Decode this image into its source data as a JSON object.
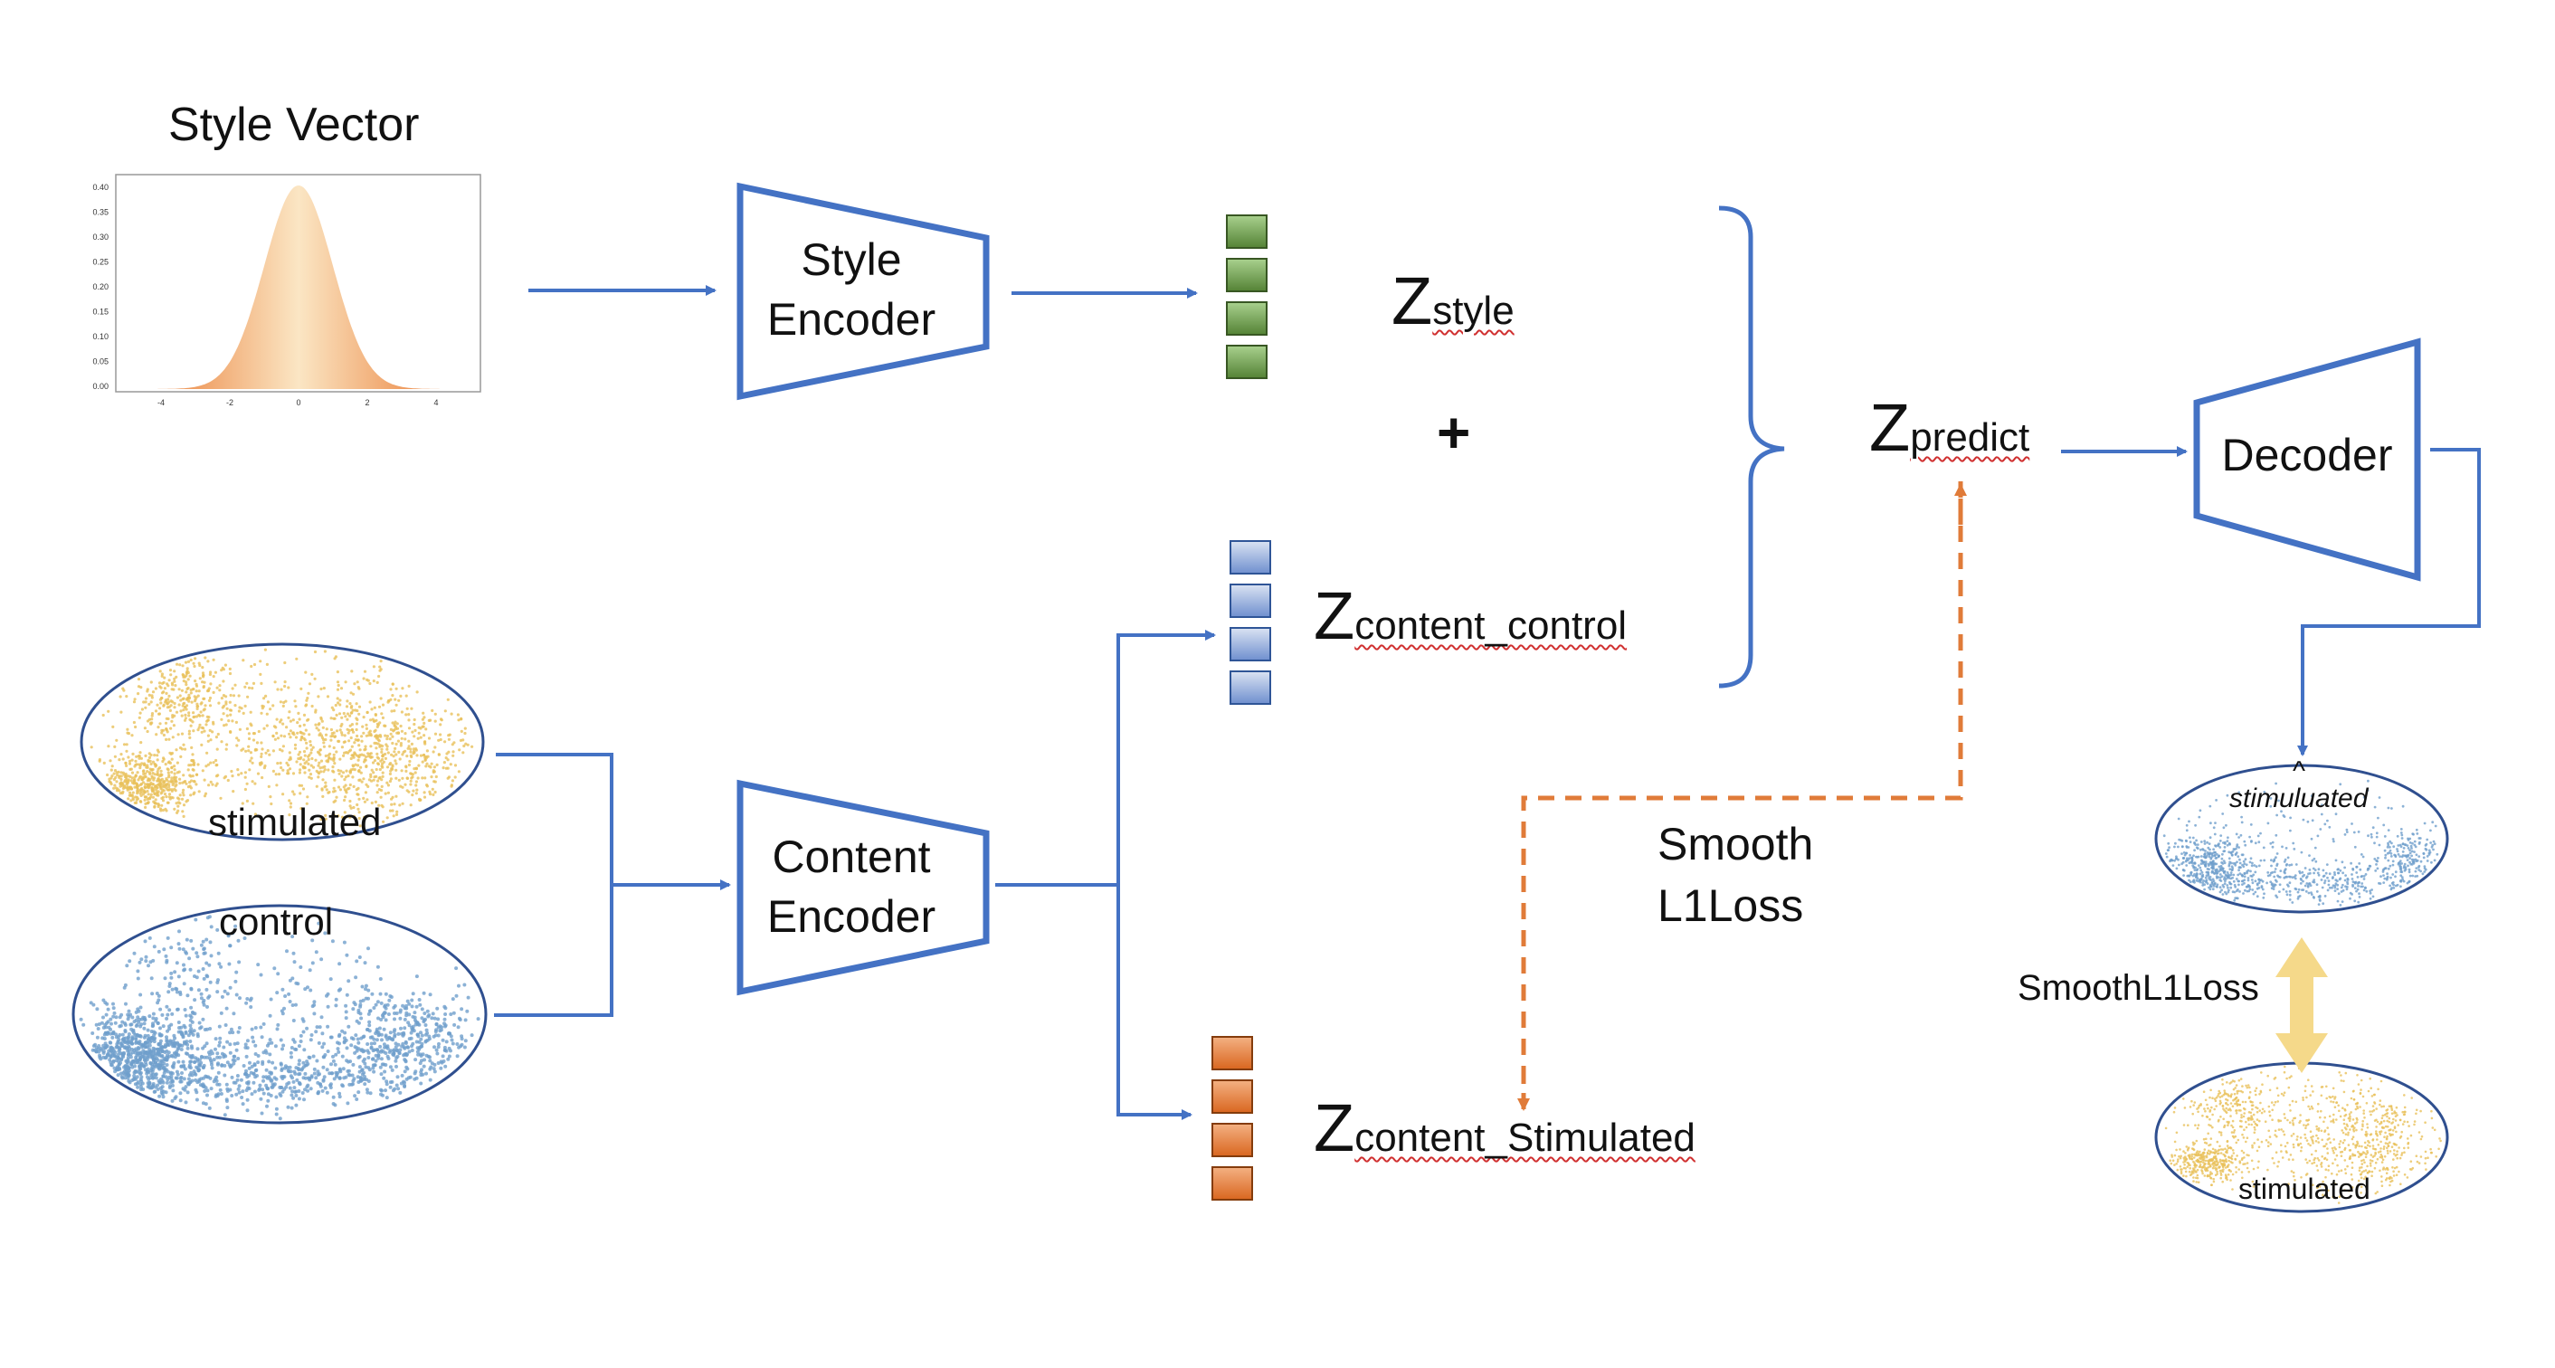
{
  "style_vector": {
    "title": "Style Vector",
    "y_ticks": [
      "0.40",
      "0.35",
      "0.30",
      "0.25",
      "0.20",
      "0.15",
      "0.10",
      "0.05",
      "0.00"
    ],
    "x_ticks": [
      "-4",
      "-2",
      "0",
      "2",
      "4"
    ]
  },
  "style_encoder": {
    "line1": "Style",
    "line2": "Encoder"
  },
  "content_encoder": {
    "line1": "Content",
    "line2": "Encoder"
  },
  "decoder": {
    "label": "Decoder"
  },
  "z_style": {
    "main": "Z",
    "sub": "style"
  },
  "plus": "+",
  "z_content_control": {
    "main": "Z",
    "sub": "content_control"
  },
  "z_content_stimulated": {
    "main": "Z",
    "sub": "content_Stimulated"
  },
  "z_predict": {
    "main": "Z",
    "sub": "predict"
  },
  "loss_center": {
    "line1": "Smooth",
    "line2": "L1Loss"
  },
  "loss_right": "SmoothL1Loss",
  "clusters": {
    "stimulated_input": "stimulated",
    "control_input": "control",
    "stimulated_predicted": "stimuluated",
    "predicted_hat": "^",
    "stimulated_truth": "stimulated"
  },
  "colors": {
    "arrow_blue": "#4472c4",
    "dashed_orange": "#e07b39",
    "green_block": "#70ad47",
    "blue_block": "#8faadc",
    "orange_block": "#ed7d31",
    "stimulated_dots": "#e8c15a",
    "control_dots": "#6f9fcc",
    "double_arrow": "#f5d98a"
  }
}
